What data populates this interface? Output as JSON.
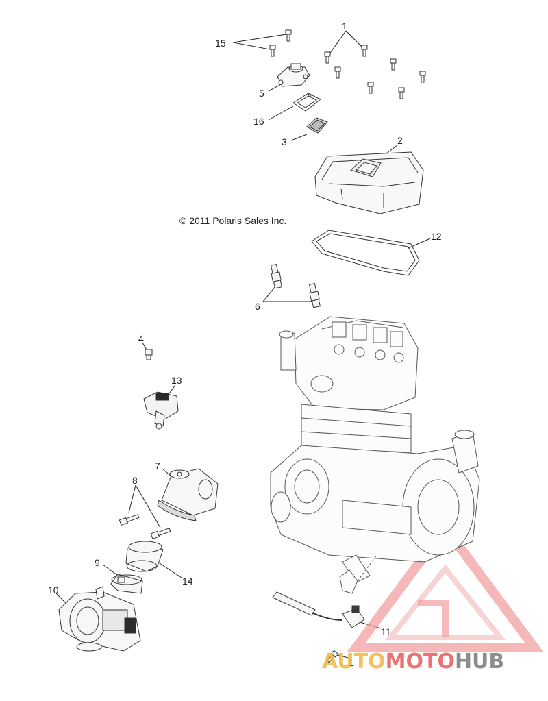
{
  "copyright": "© 2011 Polaris Sales Inc.",
  "callouts": {
    "c1a": "1",
    "c1b": "1",
    "c2": "2",
    "c3": "3",
    "c4": "4",
    "c5": "5",
    "c6": "6",
    "c7": "7",
    "c8": "8",
    "c9": "9",
    "c10": "10",
    "c11": "11",
    "c12": "12",
    "c13": "13",
    "c14": "14",
    "c15": "15",
    "c16": "16"
  },
  "watermark": {
    "part1": "AUTO",
    "part2": "MOTO",
    "part3": "HUB",
    "color_primary": "#f2a500",
    "color_secondary": "#e23a3a",
    "color_tertiary": "#6b6b6b"
  }
}
